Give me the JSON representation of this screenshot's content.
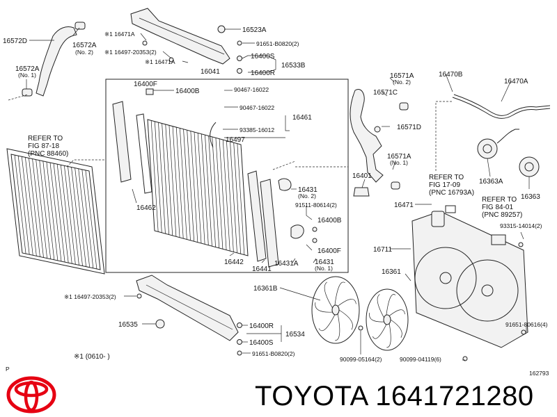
{
  "labels": {
    "l16572D": "16572D",
    "l16572A_n2": "16572A",
    "l16572A_n2_note": "(No. 2)",
    "l16572A_n1": "16572A",
    "l16572A_n1_note": "(No. 1)",
    "ref1_a": "REFER TO",
    "ref1_b": "FIG  87-18",
    "ref1_c": "(PNC 88460)",
    "x16471A_1": "※1 16471A",
    "x16497_1": "※1 16497-20353(2)",
    "x16471A_2": "※1 16471A",
    "l16523A": "16523A",
    "l91651_top": "91651-B0820(2)",
    "l16400S_top": "16400S",
    "l16533B": "16533B",
    "l16400R_top": "16400R",
    "l16041": "16041",
    "l16400F_a": "16400F",
    "l16400B_a": "16400B",
    "l90467_a": "90467-16022",
    "l90467_b": "90467-16022",
    "l16461": "16461",
    "l93385": "93385-16012",
    "l16497": "16497",
    "l16462": "16462",
    "l16571A_n2": "16571A",
    "l16571A_n2_note": "(No. 2)",
    "l16571C": "16571C",
    "l16571D": "16571D",
    "l16571A_n1": "16571A",
    "l16571A_n1_note": "(No. 1)",
    "l16401": "16401",
    "l16470B": "16470B",
    "l16470A": "16470A",
    "l16363A": "16363A",
    "l16363": "16363",
    "ref2_a": "REFER TO",
    "ref2_b": "FIG  17-09",
    "ref2_c": "(PNC 16793A)",
    "l16471": "16471",
    "ref3_a": "REFER TO",
    "ref3_b": "FIG  84-01",
    "ref3_c": "(PNC 89257)",
    "l93315": "93315-14014(2)",
    "l16431_n2": "16431",
    "l16431_n2_note": "(No. 2)",
    "l91511": "91511-80614(2)",
    "l16400B_b": "16400B",
    "l16711": "16711",
    "l16400F_b": "16400F",
    "l16442": "16442",
    "l16441": "16441",
    "l16431A": "16431A",
    "l16431_n1": "16431",
    "l16431_n1_note": "(No. 1)",
    "l16361": "16361",
    "l16361B": "16361B",
    "x16497_2": "※1 16497-20353(2)",
    "l16535": "16535",
    "l16400R_bot": "16400R",
    "l16534": "16534",
    "l16400S_bot": "16400S",
    "l91651_bot": "91651-B0820(2)",
    "l91651_0616": "91651-80616(4)",
    "l90099_05164": "90099-05164(2)",
    "l90099_04119": "90099-04119(6)",
    "note_x1": "※1 (0610-      )",
    "p_mark": "P",
    "fig_code": "162793"
  },
  "footer": {
    "brand": "TOYOTA",
    "part_number": "1641721280",
    "logo_icon": "toyota-logo-icon"
  },
  "colors": {
    "line": "#222222",
    "logo_red": "#e60012"
  }
}
